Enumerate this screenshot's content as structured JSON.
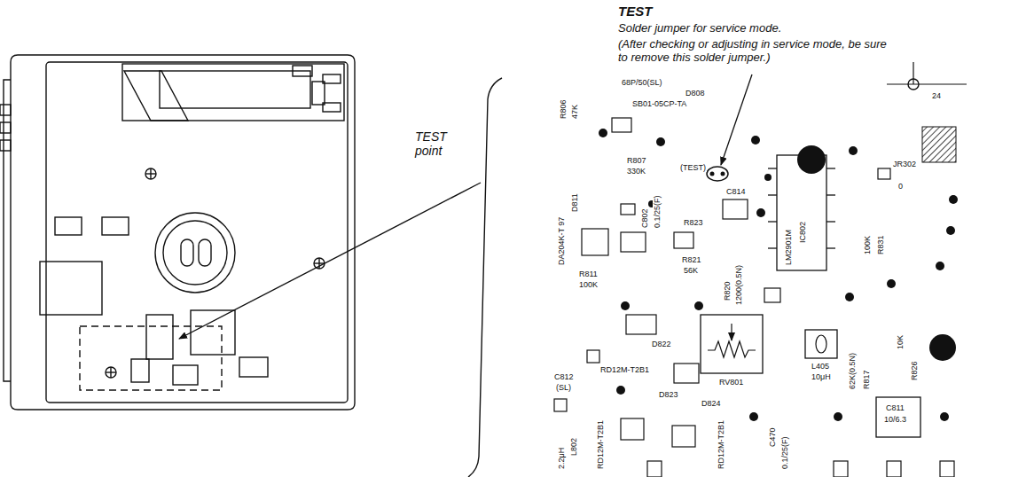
{
  "diagram": {
    "labels": [
      "TEST",
      "Solder jumper for service mode.",
      "(After checking or adjusting in service mode, be sure to remove this solder jumper.)",
      "TEST point",
      "68P/50(SL)",
      "D808",
      "SB01-05CP-TA",
      "(TEST)",
      "R806",
      "47K",
      "R807",
      "330K",
      "C814",
      "R823",
      "C802",
      "0.1/25(F)",
      "DA204K-T 97",
      "D811",
      "R811",
      "100K",
      "R821",
      "56K",
      "R820",
      "1200(0.5N)",
      "LM2901M",
      "IC802",
      "JR302",
      "0",
      "100K",
      "R831",
      "RV801",
      "D822",
      "RD12M-T2B1",
      "D823",
      "RD12M-T2B1",
      "D824",
      "RD12M-T2B1",
      "C470",
      "0.1/25(F)",
      "L405",
      "10μH",
      "62K(0.5N)",
      "R817",
      "10K",
      "R826",
      "C811",
      "10/6.3",
      "C812",
      "(SL)",
      "2.2μH",
      "L802",
      "24"
    ]
  }
}
